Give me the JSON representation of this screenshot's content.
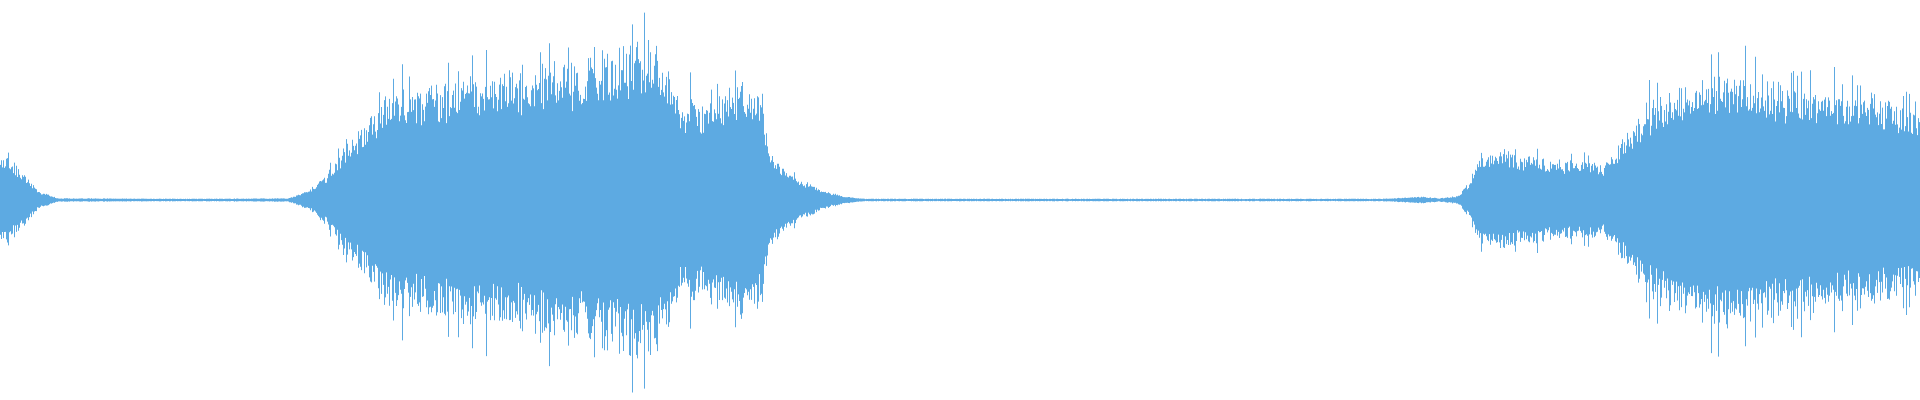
{
  "waveform": {
    "color": "#5daae2",
    "background": "#ffffff",
    "peak_envelope": [
      [
        0.0,
        0.11
      ],
      [
        0.01,
        0.07
      ],
      [
        0.02,
        0.02
      ],
      [
        0.03,
        0.004
      ],
      [
        0.1,
        0.003
      ],
      [
        0.15,
        0.004
      ],
      [
        0.16,
        0.02
      ],
      [
        0.17,
        0.06
      ],
      [
        0.18,
        0.12
      ],
      [
        0.19,
        0.17
      ],
      [
        0.2,
        0.23
      ],
      [
        0.21,
        0.25
      ],
      [
        0.22,
        0.25
      ],
      [
        0.23,
        0.26
      ],
      [
        0.24,
        0.27
      ],
      [
        0.25,
        0.28
      ],
      [
        0.26,
        0.28
      ],
      [
        0.27,
        0.29
      ],
      [
        0.28,
        0.3
      ],
      [
        0.29,
        0.31
      ],
      [
        0.3,
        0.31
      ],
      [
        0.31,
        0.33
      ],
      [
        0.32,
        0.34
      ],
      [
        0.33,
        0.35
      ],
      [
        0.34,
        0.36
      ],
      [
        0.345,
        0.33
      ],
      [
        0.35,
        0.27
      ],
      [
        0.355,
        0.22
      ],
      [
        0.36,
        0.24
      ],
      [
        0.365,
        0.2
      ],
      [
        0.37,
        0.27
      ],
      [
        0.375,
        0.24
      ],
      [
        0.38,
        0.26
      ],
      [
        0.385,
        0.27
      ],
      [
        0.39,
        0.27
      ],
      [
        0.395,
        0.24
      ],
      [
        0.4,
        0.14
      ],
      [
        0.405,
        0.09
      ],
      [
        0.41,
        0.07
      ],
      [
        0.415,
        0.05
      ],
      [
        0.42,
        0.04
      ],
      [
        0.43,
        0.02
      ],
      [
        0.44,
        0.008
      ],
      [
        0.45,
        0.003
      ],
      [
        0.72,
        0.003
      ],
      [
        0.73,
        0.005
      ],
      [
        0.74,
        0.008
      ],
      [
        0.75,
        0.004
      ],
      [
        0.76,
        0.01
      ],
      [
        0.765,
        0.04
      ],
      [
        0.77,
        0.09
      ],
      [
        0.775,
        0.11
      ],
      [
        0.78,
        0.12
      ],
      [
        0.785,
        0.11
      ],
      [
        0.79,
        0.1
      ],
      [
        0.8,
        0.1
      ],
      [
        0.81,
        0.09
      ],
      [
        0.82,
        0.09
      ],
      [
        0.825,
        0.09
      ],
      [
        0.83,
        0.09
      ],
      [
        0.835,
        0.08
      ],
      [
        0.84,
        0.11
      ],
      [
        0.85,
        0.17
      ],
      [
        0.86,
        0.22
      ],
      [
        0.87,
        0.25
      ],
      [
        0.88,
        0.27
      ],
      [
        0.89,
        0.28
      ],
      [
        0.9,
        0.29
      ],
      [
        0.91,
        0.28
      ],
      [
        0.92,
        0.27
      ],
      [
        0.93,
        0.26
      ],
      [
        0.94,
        0.25
      ],
      [
        0.95,
        0.25
      ],
      [
        0.96,
        0.24
      ],
      [
        0.97,
        0.24
      ],
      [
        0.98,
        0.23
      ],
      [
        0.99,
        0.22
      ],
      [
        1.0,
        0.2
      ]
    ]
  }
}
